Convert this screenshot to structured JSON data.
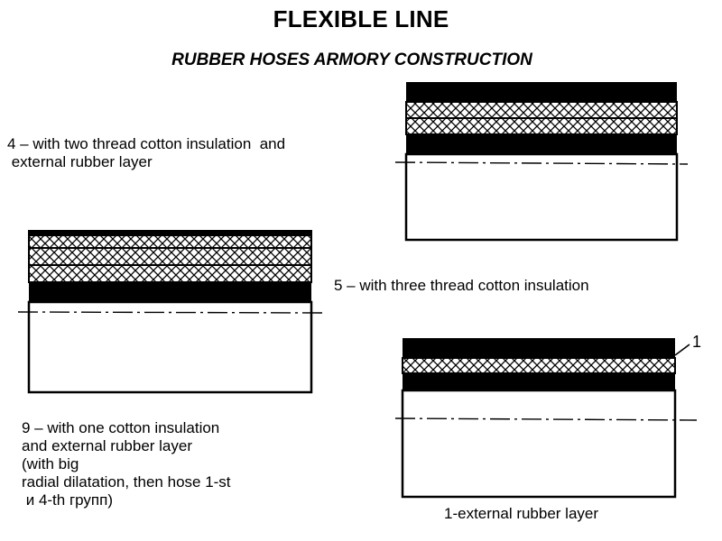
{
  "title": "FLEXIBLE LINE",
  "subtitle": "RUBBER HOSES ARMORY CONSTRUCTION",
  "captions": {
    "hose_4": "4 – with two thread cotton insulation  and\n external rubber layer",
    "hose_5": "5 – with three thread cotton insulation",
    "hose_9": "9 – with one cotton insulation\nand external rubber layer\n(with big\nradial dilatation, then hose 1-st\n и 4-th групп)",
    "hose_1": "1-external rubber layer",
    "callout_1": "1"
  },
  "hoses": {
    "hose_4": {
      "layers": [
        "rubber",
        "cotton",
        "cotton",
        "rubber"
      ]
    },
    "hose_5": {
      "layers": [
        "cotton",
        "cotton",
        "cotton",
        "rubber"
      ]
    },
    "hose_1": {
      "layers": [
        "rubber",
        "cotton",
        "rubber"
      ]
    }
  },
  "colors": {
    "rubber": "#000000",
    "cotton_hatch": "#000000",
    "background": "#ffffff"
  }
}
